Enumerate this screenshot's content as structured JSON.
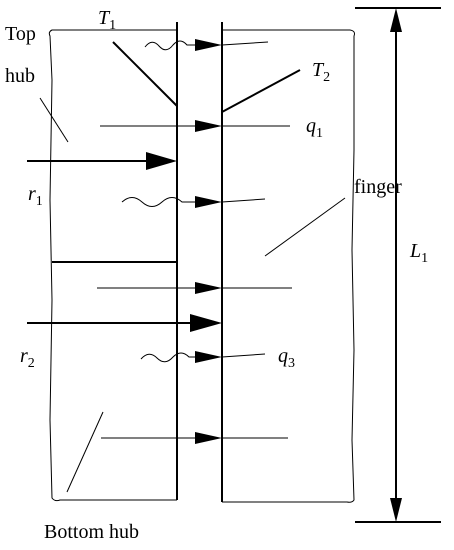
{
  "labels": {
    "top_hub_line1": "Top",
    "top_hub_line2": "hub",
    "bottom_hub": "Bottom hub",
    "finger": "finger"
  },
  "symbols": {
    "T1": {
      "base": "T",
      "sub": "1"
    },
    "T2": {
      "base": "T",
      "sub": "2"
    },
    "q1": {
      "base": "q",
      "sub": "1"
    },
    "q3": {
      "base": "q",
      "sub": "3"
    },
    "r1": {
      "base": "r",
      "sub": "1"
    },
    "r2": {
      "base": "r",
      "sub": "2"
    },
    "L1": {
      "base": "L",
      "sub": "1"
    }
  }
}
